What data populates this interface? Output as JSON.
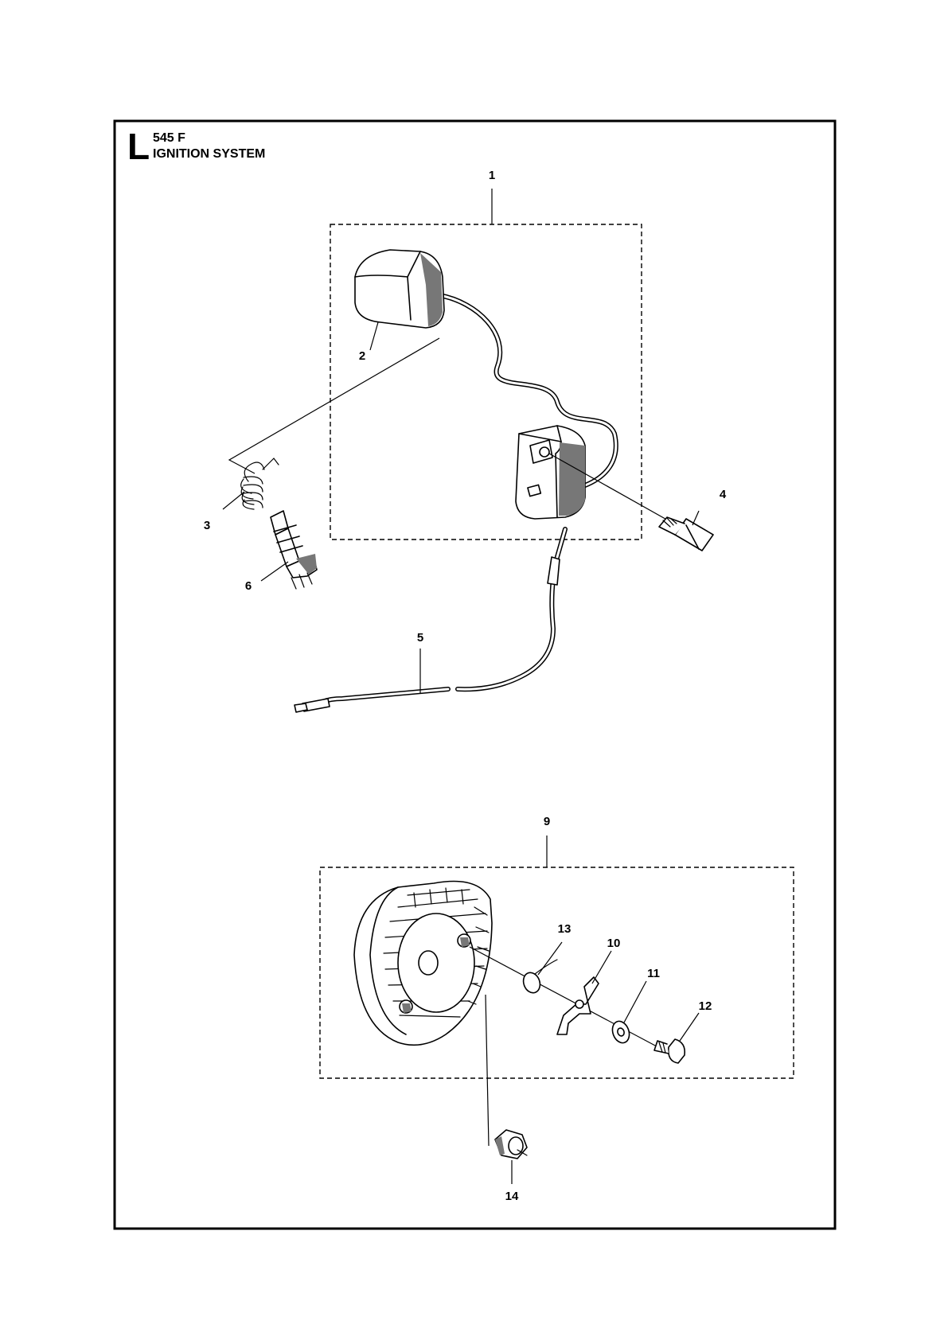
{
  "header": {
    "section_letter": "L",
    "model": "545 F",
    "title": "IGNITION SYSTEM"
  },
  "callouts": [
    "1",
    "2",
    "3",
    "4",
    "5",
    "6",
    "9",
    "10",
    "11",
    "12",
    "13",
    "14"
  ]
}
